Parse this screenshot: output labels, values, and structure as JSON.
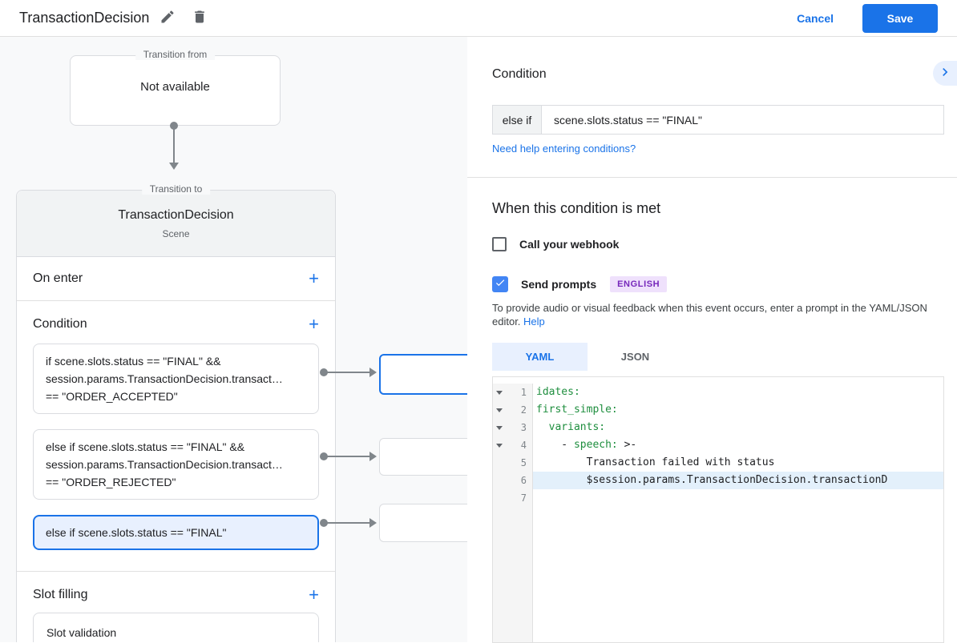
{
  "colors": {
    "accent": "#1a73e8",
    "checkbox_checked": "#4285f4",
    "code_key_green": "#1e8e3e",
    "selected_card_bg": "#e8f0fe",
    "badge_bg": "#efe1fc",
    "badge_text": "#7627bb"
  },
  "header": {
    "title": "TransactionDecision",
    "cancel_label": "Cancel",
    "save_label": "Save"
  },
  "flow": {
    "transition_from": {
      "legend": "Transition from",
      "content": "Not available"
    },
    "transition_to": {
      "legend": "Transition to",
      "title": "TransactionDecision",
      "subtitle": "Scene",
      "on_enter_label": "On enter",
      "condition_label": "Condition",
      "slot_filling_label": "Slot filling",
      "condition_cards": [
        {
          "selected": false,
          "lines": [
            "if scene.slots.status == \"FINAL\" &&",
            "session.params.TransactionDecision.transact…",
            "== \"ORDER_ACCEPTED\""
          ]
        },
        {
          "selected": false,
          "lines": [
            "else if scene.slots.status == \"FINAL\" &&",
            "session.params.TransactionDecision.transact…",
            "== \"ORDER_REJECTED\""
          ]
        },
        {
          "selected": true,
          "lines": [
            "else if scene.slots.status == \"FINAL\""
          ]
        }
      ],
      "slot_card_label": "Slot validation"
    }
  },
  "panel": {
    "condition_heading": "Condition",
    "condition_prefix": "else if",
    "condition_value": "scene.slots.status == \"FINAL\"",
    "help_link": "Need help entering conditions?",
    "when_heading": "When this condition is met",
    "webhook_label": "Call your webhook",
    "webhook_checked": false,
    "prompts_label": "Send prompts",
    "prompts_checked": true,
    "language_badge": "ENGLISH",
    "editor_hint": "To provide audio or visual feedback when this event occurs, enter a prompt in the YAML/JSON editor.",
    "editor_hint_link": "Help",
    "tabs": [
      {
        "label": "YAML",
        "active": true
      },
      {
        "label": "JSON",
        "active": false
      }
    ]
  },
  "editor": {
    "lines": [
      {
        "number": 1,
        "fold": true,
        "highlight": false,
        "segments": [
          {
            "text": "idates:",
            "type": "key"
          }
        ]
      },
      {
        "number": 2,
        "fold": true,
        "highlight": false,
        "segments": [
          {
            "text": "first_simple:",
            "type": "key"
          }
        ]
      },
      {
        "number": 3,
        "fold": true,
        "highlight": false,
        "segments": [
          {
            "text": "  ",
            "type": "plain"
          },
          {
            "text": "variants:",
            "type": "key"
          }
        ]
      },
      {
        "number": 4,
        "fold": true,
        "highlight": false,
        "segments": [
          {
            "text": "    - ",
            "type": "plain"
          },
          {
            "text": "speech:",
            "type": "key"
          },
          {
            "text": " >-",
            "type": "plain"
          }
        ]
      },
      {
        "number": 5,
        "fold": false,
        "highlight": false,
        "segments": [
          {
            "text": "        Transaction failed with status",
            "type": "plain"
          }
        ]
      },
      {
        "number": 6,
        "fold": false,
        "highlight": true,
        "segments": [
          {
            "text": "        $session.params.TransactionDecision.transactionD",
            "type": "plain"
          }
        ]
      },
      {
        "number": 7,
        "fold": false,
        "highlight": false,
        "segments": []
      }
    ]
  }
}
